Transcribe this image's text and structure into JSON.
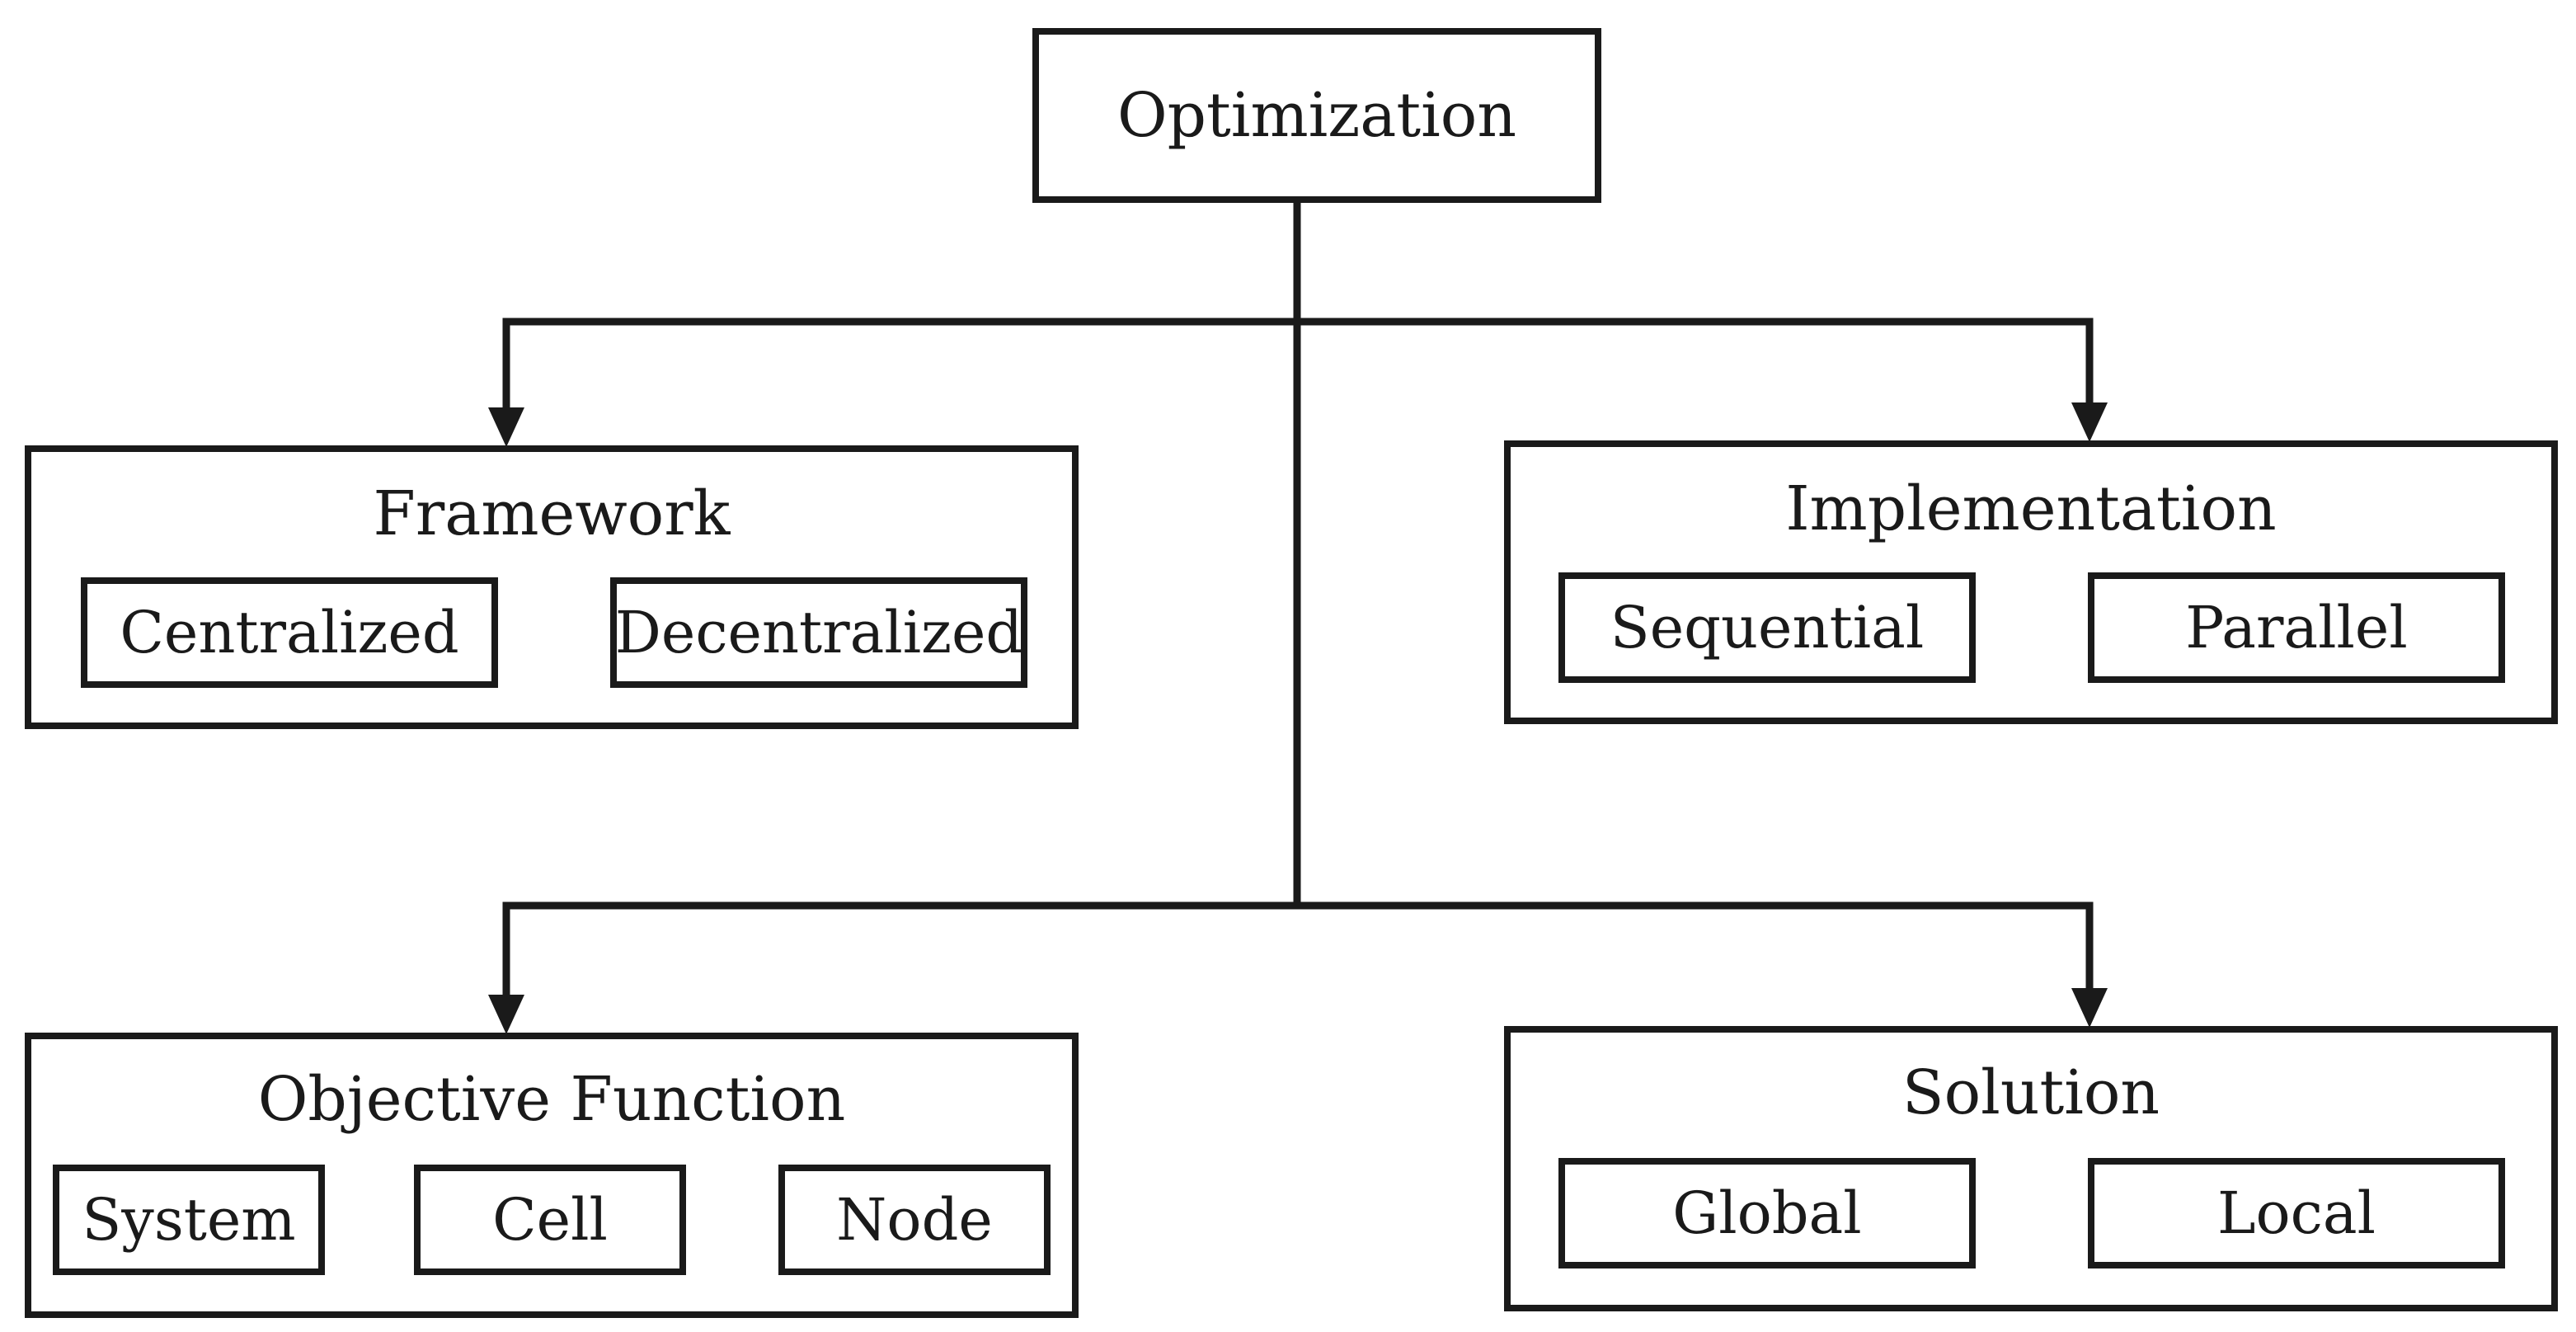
{
  "root": {
    "label": "Optimization"
  },
  "categories": {
    "framework": {
      "title": "Framework",
      "items": [
        "Centralized",
        "Decentralized"
      ]
    },
    "implementation": {
      "title": "Implementation",
      "items": [
        "Sequential",
        "Parallel"
      ]
    },
    "objective_function": {
      "title": "Objective Function",
      "items": [
        "System",
        "Cell",
        "Node"
      ]
    },
    "solution": {
      "title": "Solution",
      "items": [
        "Global",
        "Local"
      ]
    }
  },
  "colors": {
    "stroke": "#1a1a1a",
    "background": "#ffffff"
  }
}
